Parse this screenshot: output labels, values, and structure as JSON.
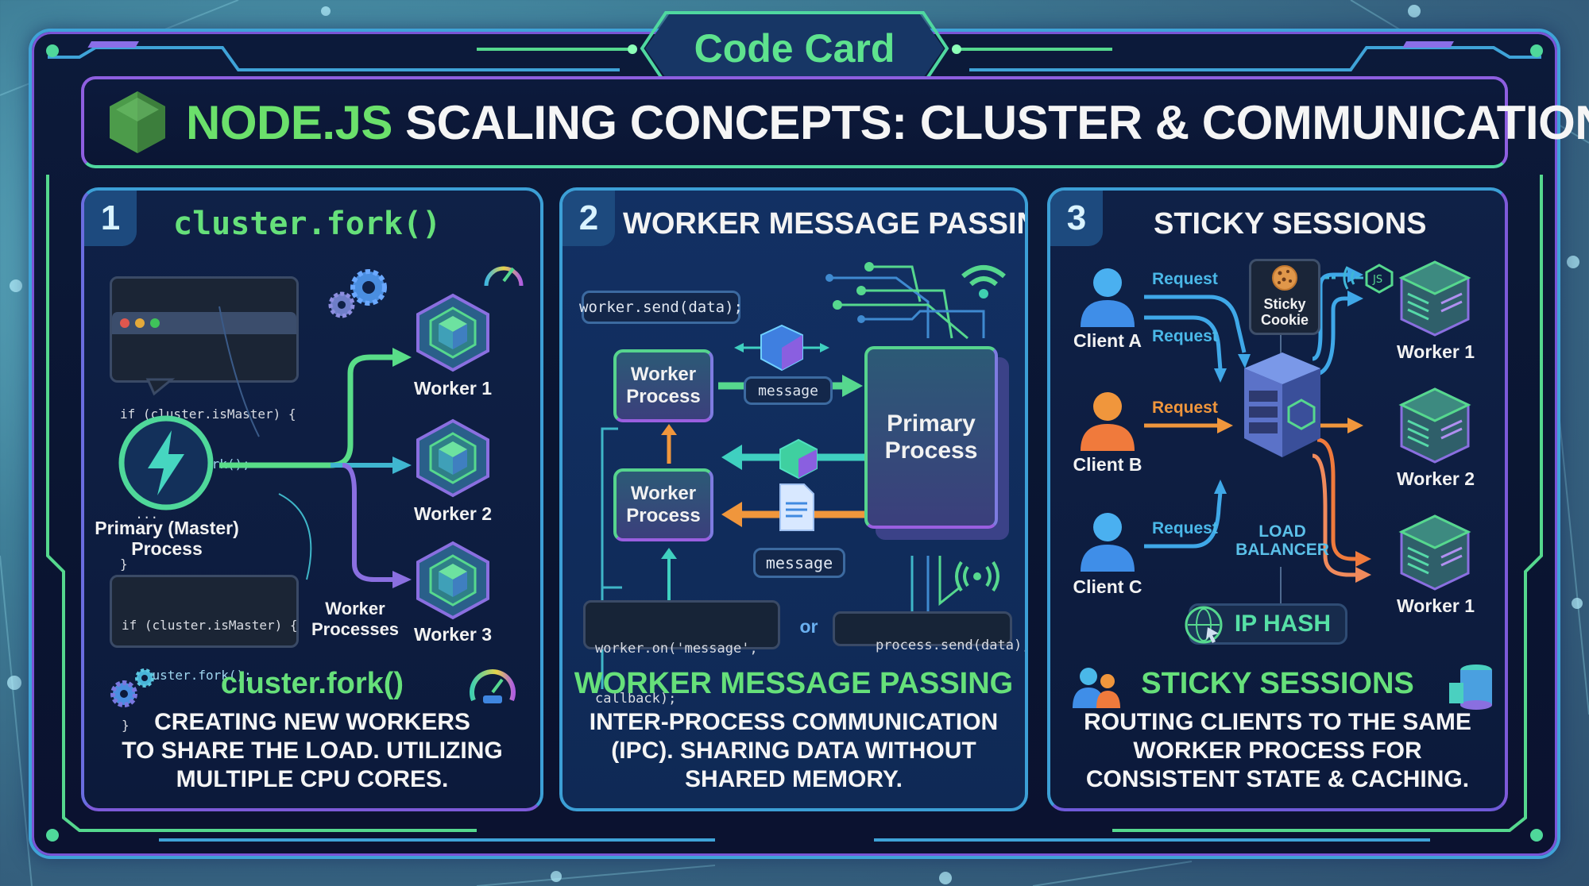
{
  "badge": {
    "label": "Code Card"
  },
  "header": {
    "title_accent": "NODE.JS",
    "title_rest": " SCALING CONCEPTS: CLUSTER & COMMUNICATION",
    "icon": "nodejs-hexagon-icon"
  },
  "colors": {
    "accent_green": "#66e07a",
    "accent_blue": "#3c9fd6",
    "accent_purple": "#8e5fe0",
    "accent_orange": "#f08a3c",
    "background_navy": "#0c1a3a"
  },
  "panels": [
    {
      "number": "1",
      "title": "cluster.fork()",
      "code_top": {
        "lines": [
          "if (cluster.isMaster) {",
          "  cluster.fork();",
          "  ...",
          "}"
        ]
      },
      "code_bottom": {
        "lines": [
          "if (cluster.isMaster) {",
          "  cluster.fork();",
          "}"
        ]
      },
      "primary_label": "Primary (Master)\nProcess",
      "workers": [
        "Worker 1",
        "Worker 2",
        "Worker 3"
      ],
      "worker_group_label": "Worker\nProcesses",
      "icons": [
        "lightning-bolt-icon",
        "gears-icon",
        "speedometer-icon",
        "cube-icon"
      ],
      "footer_title": "cluster.fork()",
      "footer_desc": "CREATING NEW WORKERS\nTO SHARE THE LOAD. UTILIZING\nMULTIPLE CPU CORES."
    },
    {
      "number": "2",
      "title": "WORKER MESSAGE PASSING",
      "code_send": "worker.send(data);",
      "code_on_line1": "worker.on('message',",
      "code_on_line2": "callback);",
      "or_label": "or",
      "code_process_send": "process.send(data);",
      "worker_process_1": "Worker\nProcess",
      "worker_process_2": "Worker\nProcess",
      "primary_process": "Primary\nProcess",
      "message_label_1": "message",
      "message_label_2": "message",
      "icons": [
        "wifi-icon",
        "data-cube-icon",
        "document-icon",
        "broadcast-icon"
      ],
      "footer_title": "WORKER MESSAGE PASSING",
      "footer_desc": "INTER-PROCESS COMMUNICATION\n(IPC). SHARING DATA WITHOUT\nSHARED MEMORY."
    },
    {
      "number": "3",
      "title": "STICKY SESSIONS",
      "clients": [
        "Client A",
        "Client B",
        "Client C"
      ],
      "request_labels": [
        "Request",
        "Request",
        "Request",
        "Request"
      ],
      "sticky_cookie": "Sticky\nCookie",
      "load_balancer": "LOAD\nBALANCER",
      "ip_hash": "IP HASH",
      "workers": [
        "Worker 1",
        "Worker 2",
        "Worker 1"
      ],
      "icons": [
        "user-icon",
        "cookie-icon",
        "server-icon",
        "globe-icon",
        "database-icon",
        "users-icon"
      ],
      "footer_title": "STICKY SESSIONS",
      "footer_desc": "ROUTING CLIENTS TO THE SAME\nWORKER PROCESS FOR\nCONSISTENT STATE & CACHING."
    }
  ]
}
